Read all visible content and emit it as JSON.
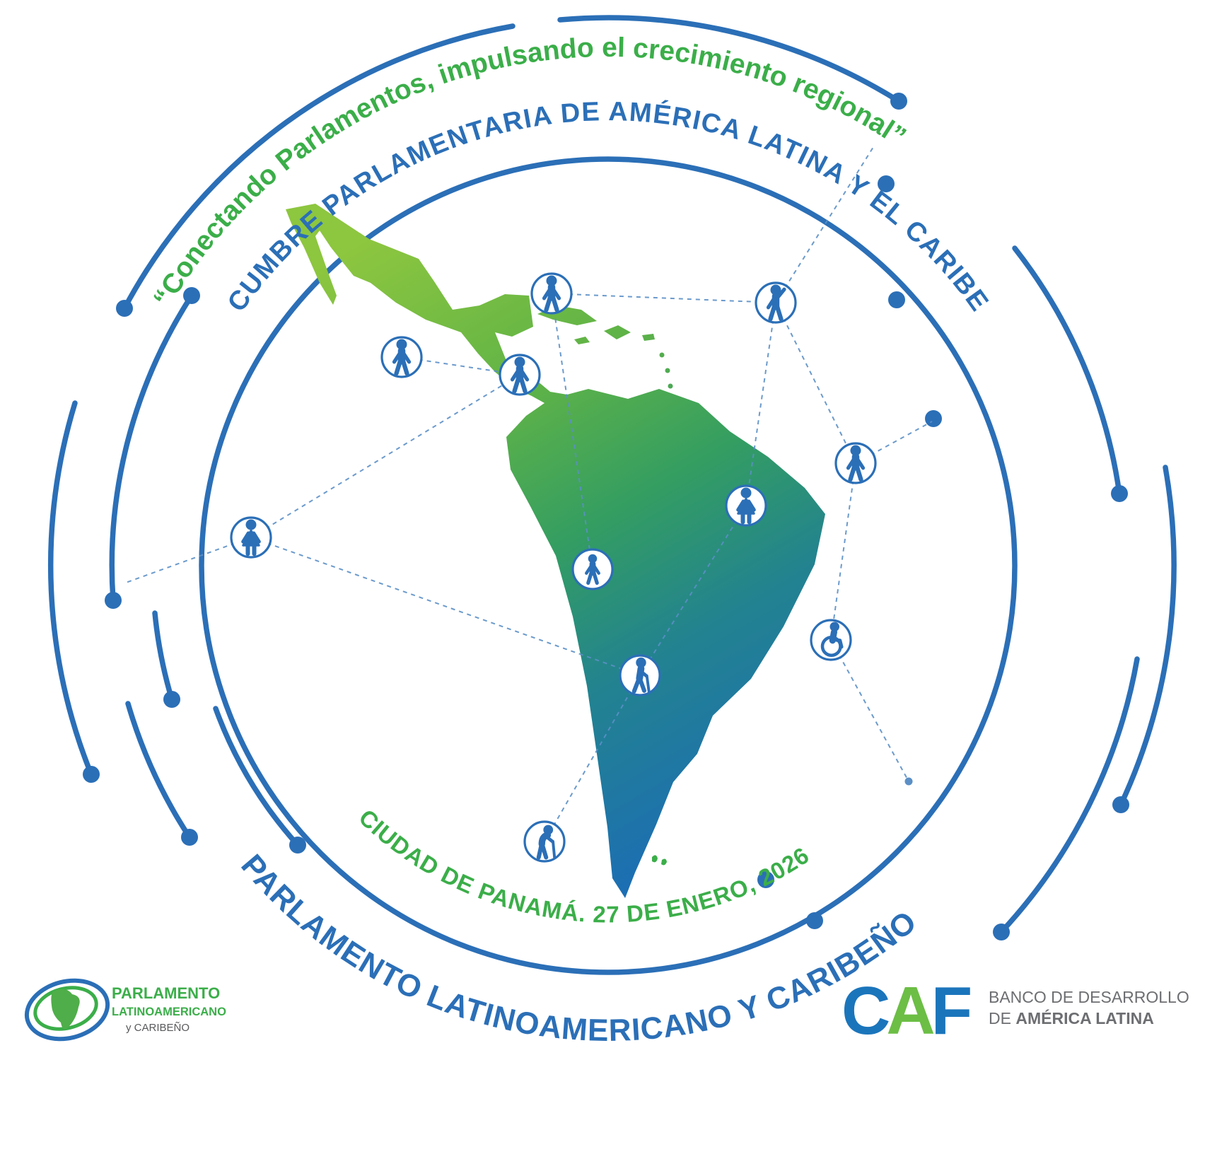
{
  "poster": {
    "tagline": "“Conectando Parlamentos, impulsando el crecimiento regional”",
    "title": "CUMBRE PARLAMENTARIA DE AMÉRICA LATINA Y EL CARIBE",
    "location_date": "CIUDAD DE PANAMÁ. 27 DE ENERO, 2026",
    "organization": "PARLAMENTO LATINOAMERICANO Y CARIBEÑO"
  },
  "colors": {
    "green": "#3BAE49",
    "blue": "#2B6FB7",
    "map_green": "#8DC63F",
    "map_blue": "#1C6EB4",
    "gray": "#6D6E71"
  },
  "icons": {
    "people_nodes": [
      "person-icon",
      "person-waving-icon",
      "person-icon",
      "person-icon",
      "person-icon",
      "person-female-icon",
      "person-female-icon",
      "person-child-icon",
      "wheelchair-icon",
      "person-cane-icon",
      "elder-cane-icon"
    ]
  },
  "logos": {
    "parlatino": {
      "line1": "PARLAMENTO",
      "line2": "LATINOAMERICANO",
      "line3": "y CARIBEÑO"
    },
    "caf": {
      "letters": [
        "C",
        "A",
        "F"
      ],
      "line1": "BANCO DE DESARROLLO",
      "line2_prefix": "DE ",
      "line2_bold": "AMÉRICA LATINA"
    }
  }
}
